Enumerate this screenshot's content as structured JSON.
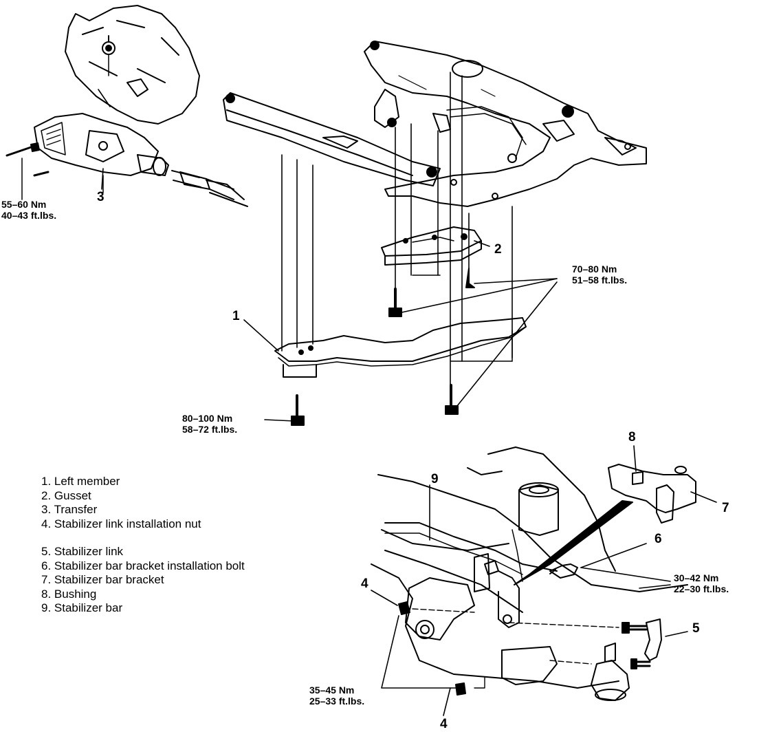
{
  "callouts": {
    "c1": "1",
    "c2": "2",
    "c3": "3",
    "c4a": "4",
    "c4b": "4",
    "c5": "5",
    "c6": "6",
    "c7": "7",
    "c8": "8",
    "c9": "9"
  },
  "torques": {
    "transfer": {
      "nm": "55–60 Nm",
      "ftlbs": "40–43 ft.lbs."
    },
    "gusset": {
      "nm": "70–80 Nm",
      "ftlbs": "51–58 ft.lbs."
    },
    "left_member": {
      "nm": "80–100 Nm",
      "ftlbs": "58–72 ft.lbs."
    },
    "bracket_bolt": {
      "nm": "30–42 Nm",
      "ftlbs": "22–30 ft.lbs."
    },
    "link_nut": {
      "nm": "35–45 Nm",
      "ftlbs": "25–33 ft.lbs."
    }
  },
  "legend": {
    "group1": [
      "1.  Left member",
      "2.  Gusset",
      "3.  Transfer",
      "4.  Stabilizer link installation nut"
    ],
    "group2": [
      "5.  Stabilizer link",
      "6.  Stabilizer bar bracket installation bolt",
      "7.  Stabilizer bar bracket",
      "8.  Bushing",
      "9.  Stabilizer bar"
    ]
  }
}
